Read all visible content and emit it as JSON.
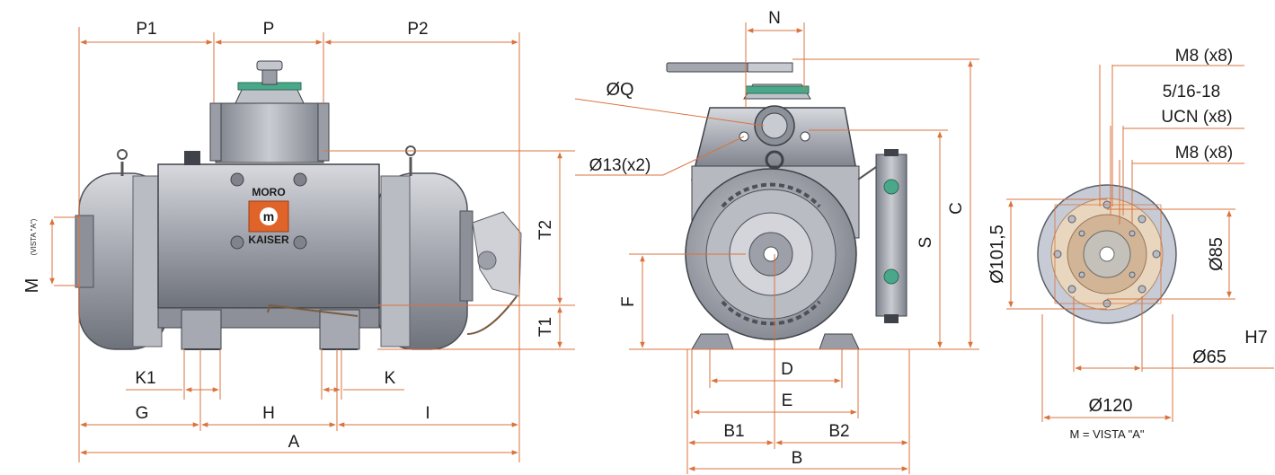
{
  "brand": {
    "top": "MORO",
    "mark": "m",
    "bottom": "KAISER"
  },
  "side_view": {
    "P1": "P1",
    "P": "P",
    "P2": "P2",
    "T2": "T2",
    "T1": "T1",
    "M": "M",
    "M_sub": "(VISTA \"A\")",
    "K1": "K1",
    "K": "K",
    "G": "G",
    "H": "H",
    "I": "I",
    "A": "A"
  },
  "front_view": {
    "N": "N",
    "Q": "ØQ",
    "hole": "Ø13(x2)",
    "C": "C",
    "S": "S",
    "F": "F",
    "D": "D",
    "E": "E",
    "B1": "B1",
    "B2": "B2",
    "B": "B"
  },
  "flange_view": {
    "m8_top": "M8 (x8)",
    "unc_1": "5/16-18",
    "unc_2": "UCN (x8)",
    "m8_mid": "M8 (x8)",
    "d101": "Ø101,5",
    "d85": "Ø85",
    "h7": "H7",
    "d65": "Ø65",
    "d120": "Ø120",
    "caption": "M = VISTA \"A\""
  },
  "colors": {
    "dimension_line": "#d9733f",
    "body": "#a9acb4",
    "body_dark": "#7a7e87",
    "logo": "#e0632a",
    "flange_face": "#e9d6bf",
    "valve_green": "#4aa88a"
  }
}
